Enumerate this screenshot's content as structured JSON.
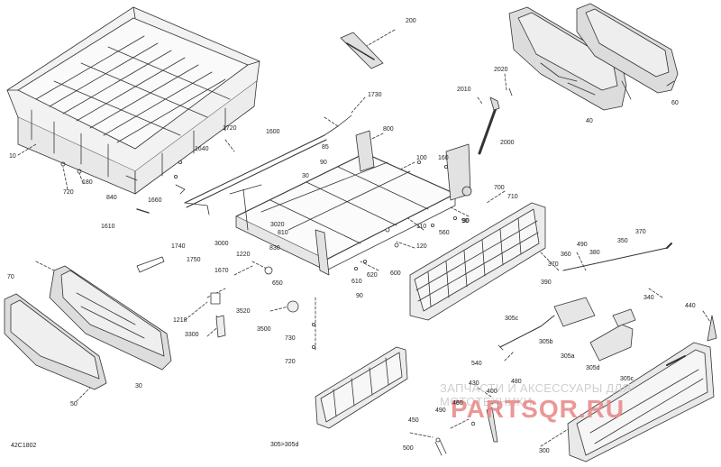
{
  "diagram": {
    "code": "42C1802",
    "watermark_line1": "ЗАПЧАСТИ И АКСЕССУАРЫ ДЛЯ МОТОТЕХНИКИ",
    "watermark_line2": "PARTSQR.RU",
    "colors": {
      "line": "#333333",
      "fill": "#f2f2f2",
      "shade": "#d6d6d6",
      "watermark_red": "#e88686"
    },
    "labels": [
      "200",
      "2020",
      "2010",
      "2000",
      "40",
      "60",
      "10",
      "720",
      "180",
      "840",
      "1720",
      "1640",
      "1660",
      "1610",
      "1600",
      "1730",
      "800",
      "85",
      "90",
      "100",
      "160",
      "90",
      "30",
      "3020",
      "3000",
      "830",
      "810",
      "1670",
      "1220",
      "650",
      "1740",
      "1750",
      "1210",
      "3300",
      "3520",
      "3500",
      "730",
      "720",
      "70",
      "30",
      "50",
      "110",
      "120",
      "600",
      "620",
      "610",
      "90",
      "560",
      "700",
      "710",
      "90",
      "490",
      "380",
      "350",
      "370",
      "370",
      "360",
      "390",
      "340",
      "305c",
      "305b",
      "305a",
      "305d",
      "305c",
      "440",
      "540",
      "430",
      "400",
      "480",
      "460",
      "490",
      "450",
      "500",
      "300",
      "305>305d"
    ]
  }
}
